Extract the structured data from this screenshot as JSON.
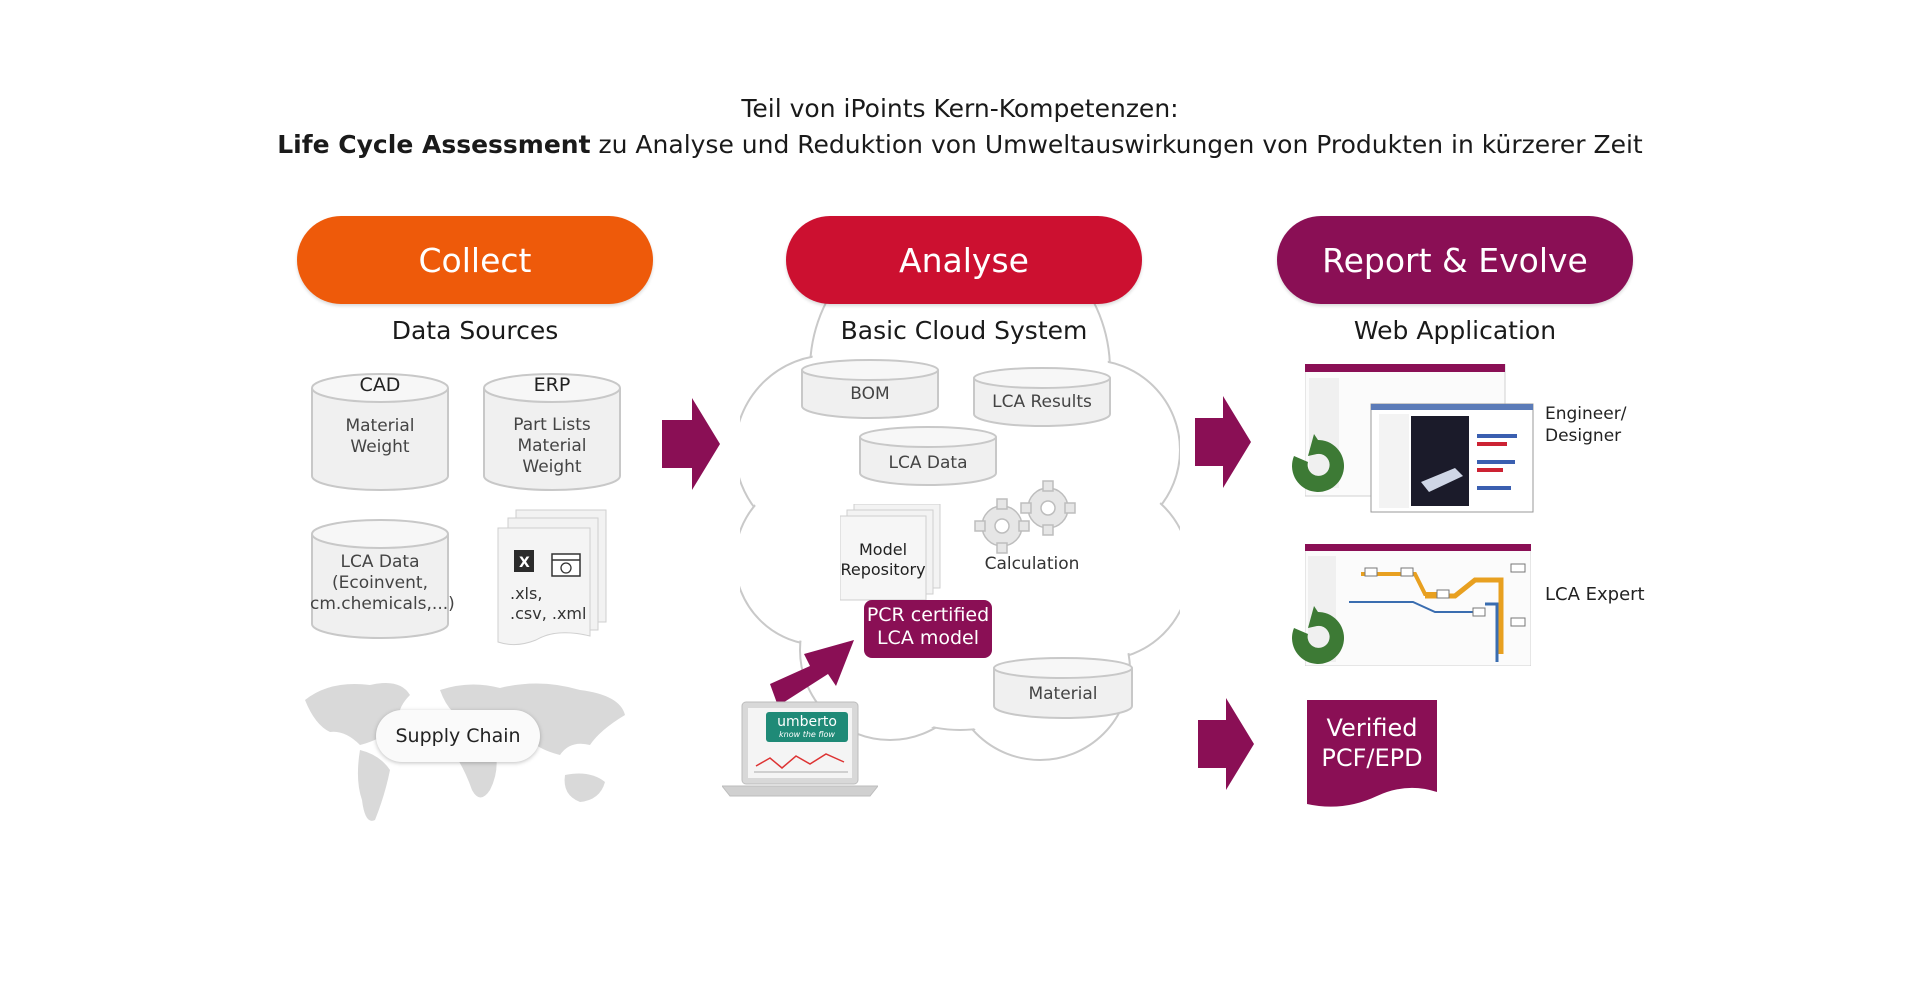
{
  "header": {
    "line1": "Teil von iPoints Kern-Kompetenzen:",
    "line2_bold": "Life Cycle Assessment",
    "line2_rest": " zu Analyse und Reduktion von Umweltauswirkungen von Produkten in kürzerer Zeit"
  },
  "columns": {
    "collect": {
      "label": "Collect",
      "subtitle": "Data Sources",
      "color": "#ee5a0a"
    },
    "analyse": {
      "label": "Analyse",
      "subtitle": "Basic Cloud System",
      "color": "#cc1030"
    },
    "report": {
      "label": "Report & Evolve",
      "subtitle": "Web Application",
      "color": "#8a0f55"
    }
  },
  "collect": {
    "cad": {
      "title": "CAD",
      "line1": "Material",
      "line2": "Weight"
    },
    "erp": {
      "title": "ERP",
      "line1": "Part Lists",
      "line2": "Material",
      "line3": "Weight"
    },
    "lca": {
      "line1": "LCA Data",
      "line2": "(Ecoinvent,",
      "line3": "cm.chemicals,...)"
    },
    "files": {
      "line1": ".xls,",
      "line2": ".csv, .xml"
    },
    "supply_chain": "Supply Chain"
  },
  "analyse": {
    "bom": "BOM",
    "lca_results": "LCA Results",
    "lca_data": "LCA Data",
    "model_repo_1": "Model",
    "model_repo_2": "Repository",
    "calculation": "Calculation",
    "pcr_1": "PCR certified",
    "pcr_2": "LCA model",
    "material": "Material",
    "umberto": "umberto",
    "umberto_tag": "know the flow"
  },
  "report": {
    "engineer_1": "Engineer/",
    "engineer_2": "Designer",
    "lca_expert": "LCA Expert",
    "verified_1": "Verified",
    "verified_2": "PCF/EPD"
  },
  "colors": {
    "arrow": "#8a0f55",
    "cylinder_fill": "#f0f0f0",
    "cylinder_stroke": "#c8c8c8",
    "logo_green": "#3d7a35"
  }
}
